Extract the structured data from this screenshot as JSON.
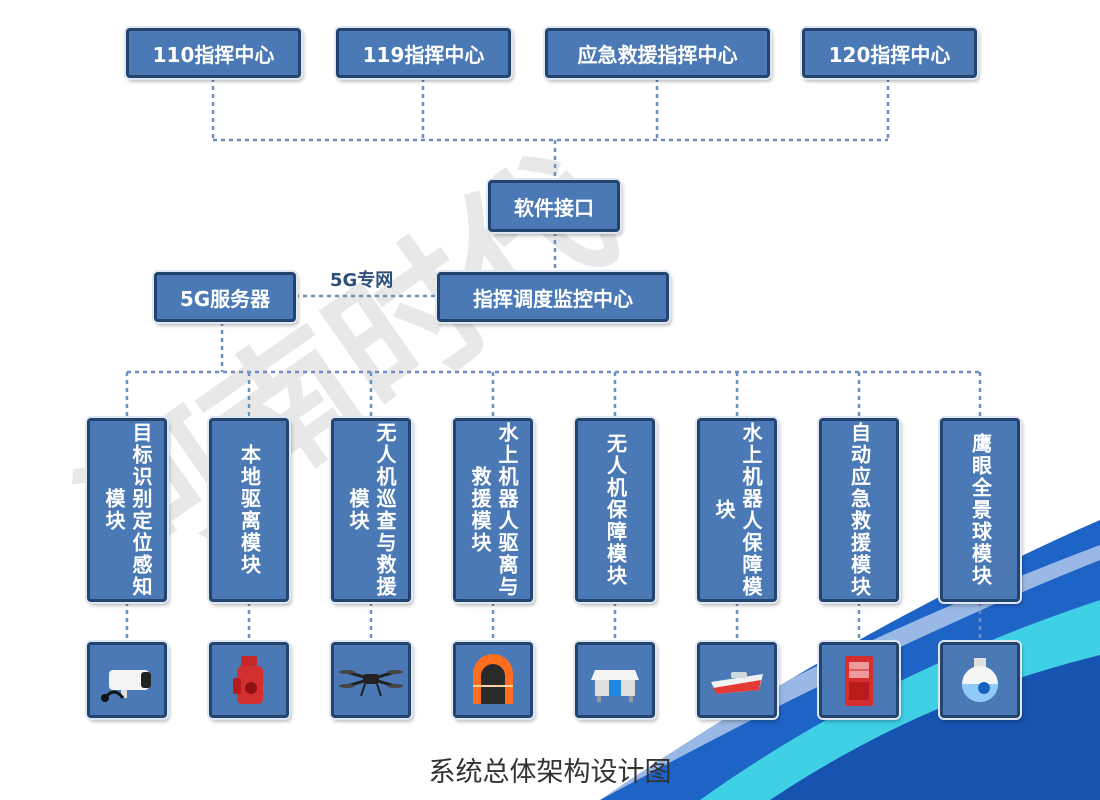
{
  "top_centers": [
    {
      "label": "110指挥中心"
    },
    {
      "label": "119指挥中心"
    },
    {
      "label": "应急救援指挥中心"
    },
    {
      "label": "120指挥中心"
    }
  ],
  "software_interface": "软件接口",
  "command_center": "指挥调度监控中心",
  "server": "5G服务器",
  "network_label": "5G专网",
  "modules": [
    {
      "label": "目标识别定位感知模块",
      "device_icon": "camera-icon"
    },
    {
      "label": "本地驱离模块",
      "device_icon": "siren-speaker-icon"
    },
    {
      "label": "无人机巡查与救援模块",
      "device_icon": "drone-icon"
    },
    {
      "label": "水上机器人驱离与救援模块",
      "device_icon": "life-raft-icon"
    },
    {
      "label": "无人机保障模块",
      "device_icon": "drone-dock-icon"
    },
    {
      "label": "水上机器人保障模块",
      "device_icon": "rescue-boat-icon"
    },
    {
      "label": "自动应急救援模块",
      "device_icon": "rescue-cabinet-icon"
    },
    {
      "label": "鹰眼全景球模块",
      "device_icon": "dome-camera-icon"
    }
  ],
  "caption": "系统总体架构设计图",
  "watermark": "河南时代",
  "colors": {
    "box_fill": "#4a79b6",
    "box_border": "#23446f",
    "connector": "#6d8fbd",
    "accent_blue": "#1e63c6",
    "accent_cyan": "#3fd0e6"
  }
}
